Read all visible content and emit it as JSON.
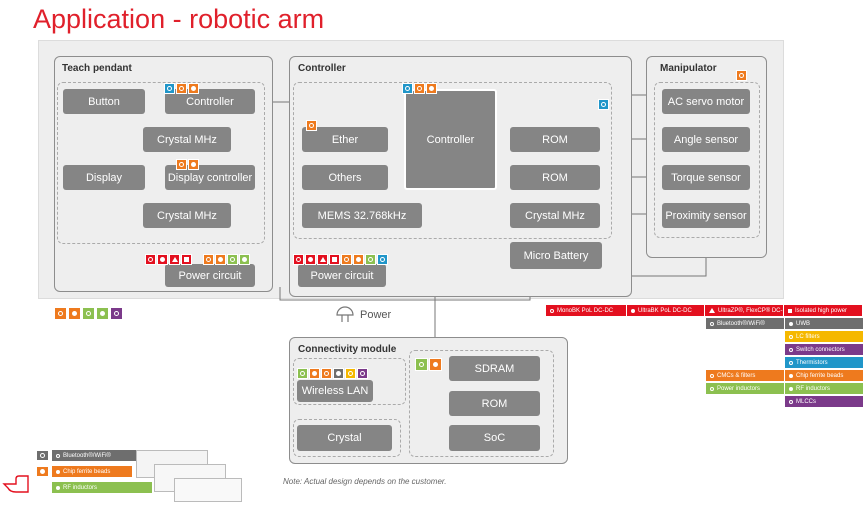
{
  "title": "Application - robotic arm",
  "colors": {
    "red": "#e3101f",
    "orange": "#ee7a1e",
    "green": "#8cc050",
    "blue": "#2096c9",
    "purple": "#7b3a8a",
    "yellow": "#f5b800",
    "darkgray": "#6e6e6e"
  },
  "teach_pendant": {
    "title": "Teach pendant",
    "button": "Button",
    "controller": "Controller",
    "crystal1": "Crystal MHz",
    "display": "Display",
    "display_controller": "Display controller",
    "crystal2": "Crystal MHz",
    "power_circuit": "Power circuit"
  },
  "controller_panel": {
    "title": "Controller",
    "ether": "Ether",
    "others": "Others",
    "controller": "Controller",
    "rom1": "ROM",
    "rom2": "ROM",
    "mems": "MEMS 32.768kHz",
    "crystal": "Crystal MHz",
    "micro_battery": "Micro Battery",
    "power_circuit": "Power circuit"
  },
  "manipulator": {
    "title": "Manipulator",
    "ac_servo": "AC servo motor",
    "angle": "Angle sensor",
    "torque": "Torque sensor",
    "proximity": "Proximity sensor"
  },
  "power_label": "Power",
  "connectivity": {
    "title": "Connectivity module",
    "wireless": "Wireless LAN",
    "sdram": "SDRAM",
    "rom": "ROM",
    "crystal": "Crystal",
    "soc": "SoC"
  },
  "note": "Note: Actual design depends on the customer.",
  "legend": {
    "monobk": "MonoBK PoL DC-DC",
    "ultrabk": "UltraBK PoL DC-DC",
    "ultrazp": "UltraZP®, FlexCP® DC-DC",
    "isolated": "Isolated high power",
    "bluetooth": "Bluetooth®/WiFi®",
    "uwb": "UWB",
    "lc_filters": "LC filters",
    "switch_connectors": "Switch connectors",
    "thermistors": "Thermistors",
    "cmcs": "CMCs & filters",
    "chip_ferrite": "Chip ferrite beads",
    "power_inductors": "Power inductors",
    "rf_inductors": "RF inductors",
    "mlccs": "MLCCs"
  },
  "inset": {
    "bluetooth": "Bluetooth®/WiFi®",
    "chip_ferrite": "Chip ferrite beads",
    "rf_inductors": "RF inductors"
  }
}
